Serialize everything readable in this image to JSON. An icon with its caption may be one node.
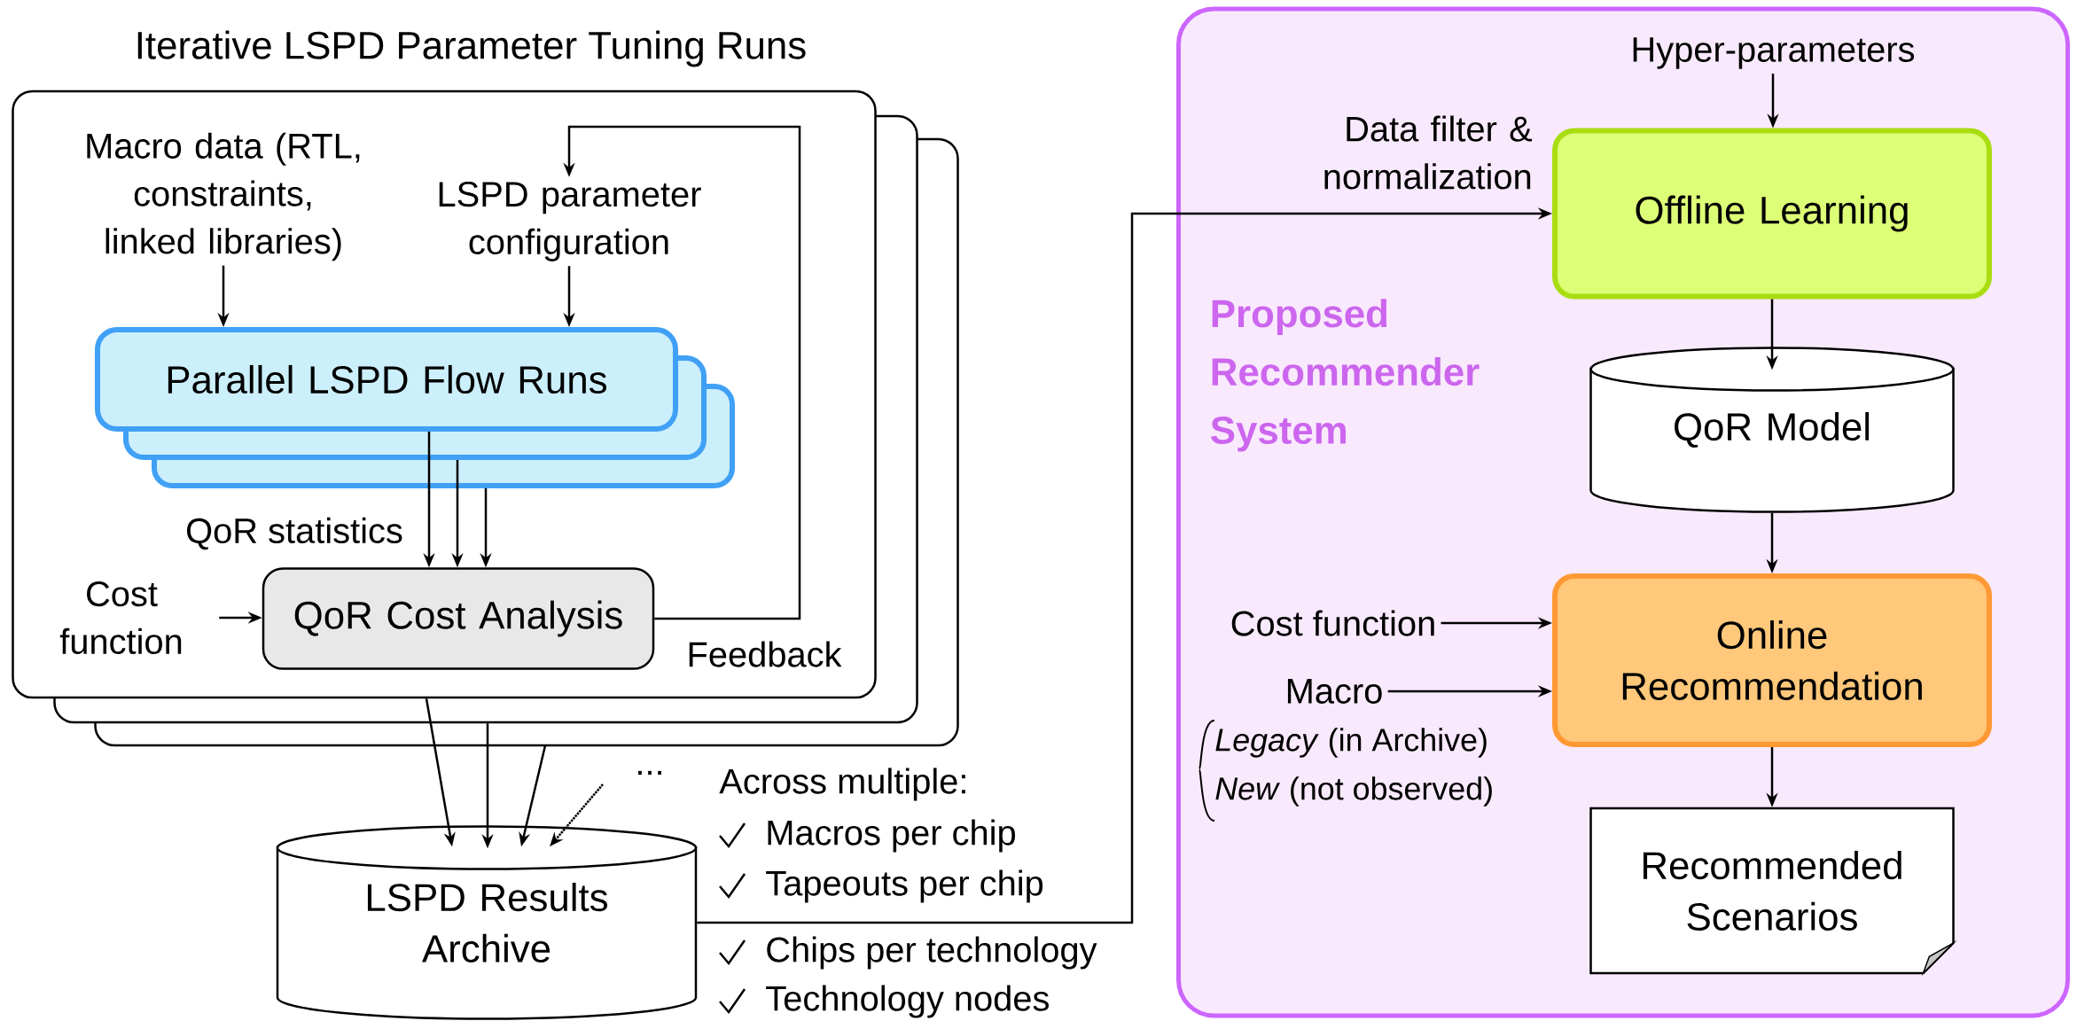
{
  "diagram": {
    "nodes": [
      {
        "text": [
          "Iterative LSPD Parameter Tuning Runs"
        ]
      },
      {
        "text": [
          "Macro data (RTL, constraints, linked libraries)"
        ],
        "in": 0
      },
      {
        "text": [
          "LSPD parameter configuration"
        ],
        "in": 0
      },
      {
        "text": [
          "Parallel LSPD Flow Runs"
        ],
        "in": 0
      },
      {
        "text": [
          "Cost function"
        ],
        "in": 0
      },
      {
        "text": [
          "QoR Cost Analysis"
        ],
        "in": 0
      },
      {
        "text": [
          "LSPD Results Archive"
        ]
      },
      {
        "text": [
          "Proposed Recommender System"
        ]
      },
      {
        "text": [
          "Hyper-parameters"
        ],
        "in": 7
      },
      {
        "text": [
          "Offline Learning"
        ],
        "in": 7
      },
      {
        "text": [
          "QoR Model"
        ],
        "in": 7
      },
      {
        "text": [
          "Cost function"
        ],
        "in": 7
      },
      {
        "text": [
          "Macro"
        ],
        "in": 7
      },
      {
        "text": [
          "Online Recommendation"
        ],
        "in": 7
      },
      {
        "text": [
          "Recommended Scenarios"
        ],
        "in": 7
      }
    ],
    "edges": [
      {
        "from": 1,
        "to": 3,
        "arrow": "to"
      },
      {
        "from": 2,
        "to": 3,
        "arrow": "to"
      },
      {
        "from": 3,
        "to": 5,
        "arrow": "to"
      },
      {
        "from": 3,
        "to": 5,
        "arrow": "to"
      },
      {
        "from": 3,
        "to": 5,
        "arrow": "to"
      },
      {
        "from": 4,
        "to": 5,
        "arrow": "to"
      },
      {
        "from": 5,
        "to": 2,
        "arrow": "to",
        "label": "Feedback"
      },
      {
        "from": 0,
        "to": 6,
        "arrow": "to"
      },
      {
        "from": 0,
        "to": 6,
        "arrow": "to"
      },
      {
        "from": 0,
        "to": 6,
        "arrow": "to"
      },
      {
        "from": null,
        "to": 6,
        "arrow": "to",
        "style": "dashed"
      },
      {
        "from": 6,
        "to": 9,
        "arrow": "to",
        "label": "Data filter & normalization"
      },
      {
        "from": 8,
        "to": 9,
        "arrow": "to"
      },
      {
        "from": 9,
        "to": 10,
        "arrow": "to"
      },
      {
        "from": 10,
        "to": 13,
        "arrow": "to"
      },
      {
        "from": 11,
        "to": 13,
        "arrow": "to"
      },
      {
        "from": 12,
        "to": 13,
        "arrow": "to"
      },
      {
        "from": 13,
        "to": 14,
        "arrow": "to"
      }
    ],
    "labels": [
      "QoR statistics",
      "...",
      "Across multiple:",
      "Macros per chip",
      "Tapeouts per chip",
      "Chips per technology",
      "Technology nodes",
      "*Legacy* (in Archive)",
      "*New* (not observed)"
    ]
  }
}
